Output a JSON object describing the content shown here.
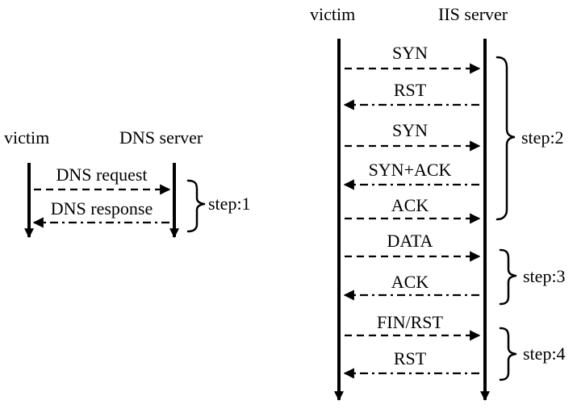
{
  "left": {
    "victim_label": "victim",
    "server_label": "DNS server",
    "messages": [
      {
        "label": "DNS request",
        "direction": "to-server",
        "style": "dashed"
      },
      {
        "label": "DNS response",
        "direction": "to-victim",
        "style": "dash-dot"
      }
    ],
    "steps": [
      {
        "label": "step:1"
      }
    ]
  },
  "right": {
    "victim_label": "victim",
    "server_label": "IIS server",
    "messages": [
      {
        "label": "SYN",
        "direction": "to-server",
        "style": "dashed"
      },
      {
        "label": "RST",
        "direction": "to-victim",
        "style": "dash-dot"
      },
      {
        "label": "SYN",
        "direction": "to-server",
        "style": "dashed"
      },
      {
        "label": "SYN+ACK",
        "direction": "to-victim",
        "style": "dash-dot"
      },
      {
        "label": "ACK",
        "direction": "to-server",
        "style": "dashed"
      },
      {
        "label": "DATA",
        "direction": "to-server",
        "style": "dashed"
      },
      {
        "label": "ACK",
        "direction": "to-victim",
        "style": "dash-dot"
      },
      {
        "label": "FIN/RST",
        "direction": "to-server",
        "style": "dashed"
      },
      {
        "label": "RST",
        "direction": "to-victim",
        "style": "dash-dot"
      }
    ],
    "steps": [
      {
        "label": "step:2"
      },
      {
        "label": "step:3"
      },
      {
        "label": "step:4"
      }
    ]
  }
}
